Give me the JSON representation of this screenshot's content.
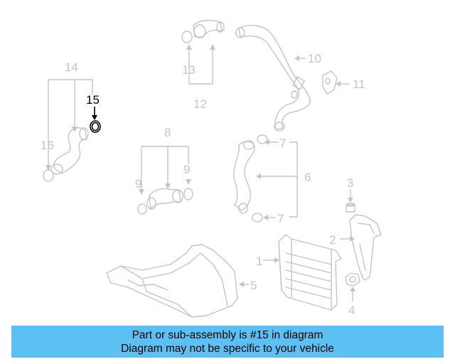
{
  "diagram": {
    "callouts": {
      "c1": "1",
      "c2": "2",
      "c3": "3",
      "c4": "4",
      "c5": "5",
      "c6": "6",
      "c7a": "7",
      "c7b": "7",
      "c8": "8",
      "c9a": "9",
      "c9b": "9",
      "c10": "10",
      "c11": "11",
      "c12": "12",
      "c13": "13",
      "c14": "14",
      "c15": "15",
      "c16": "16"
    },
    "highlighted_part": "15",
    "colors": {
      "line": "#c4c4c4",
      "highlight": "#000000",
      "banner": "#5cc0f2"
    }
  },
  "banner": {
    "line1": "Part or sub-assembly is #15 in diagram",
    "line2": "Diagram may not be specific to your vehicle"
  }
}
